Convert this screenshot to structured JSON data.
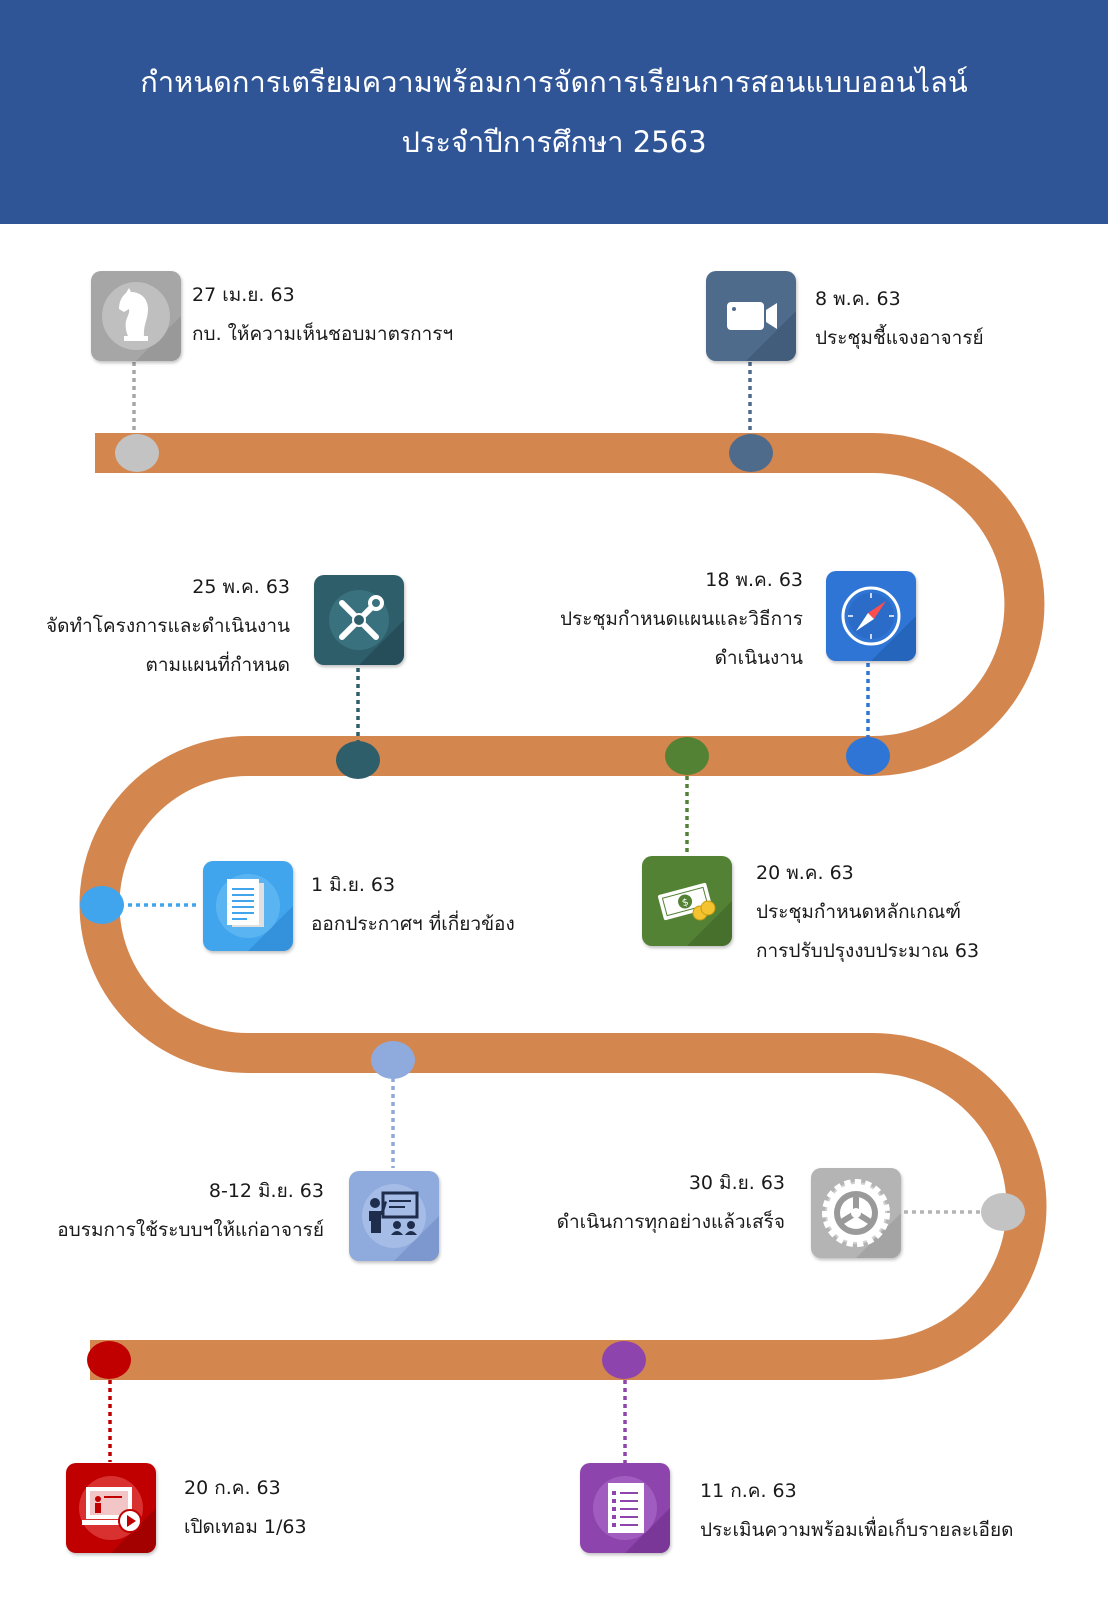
{
  "header": {
    "title_line1": "กำหนดการเตรียมความพร้อมการจัดการเรียนการสอนแบบออนไลน์",
    "title_line2": "ประจำปีการศึกษา 2563"
  },
  "colors": {
    "header_bg": "#2f5597",
    "road": "#d4864f"
  },
  "milestones": [
    {
      "id": "m1",
      "date": "27 เม.ย. 63",
      "lines": [
        "กบ. ให้ความเห็นชอบมาตรการฯ"
      ],
      "icon": "chess-knight-icon",
      "color": "#a6a6a6"
    },
    {
      "id": "m2",
      "date": "8 พ.ค. 63",
      "lines": [
        "ประชุมชี้แจงอาจารย์"
      ],
      "icon": "video-camera-icon",
      "color": "#4f6b8c"
    },
    {
      "id": "m3",
      "date": "18 พ.ค. 63",
      "lines": [
        "ประชุมกำหนดแผนและวิธีการ",
        "ดำเนินงาน"
      ],
      "icon": "compass-icon",
      "color": "#2e75d6"
    },
    {
      "id": "m4",
      "date": "20 พ.ค. 63",
      "lines": [
        "ประชุมกำหนดหลักเกณฑ์",
        "การปรับปรุงงบประมาณ 63"
      ],
      "icon": "money-icon",
      "color": "#548235"
    },
    {
      "id": "m5",
      "date": "25 พ.ค. 63",
      "lines": [
        "จัดทำโครงการและดำเนินงาน",
        "ตามแผนที่กำหนด"
      ],
      "icon": "tools-icon",
      "color": "#2e5e69"
    },
    {
      "id": "m6",
      "date": "1 มิ.ย. 63",
      "lines": [
        "ออกประกาศฯ ที่เกี่ยวข้อง"
      ],
      "icon": "document-icon",
      "color": "#41a5ee"
    },
    {
      "id": "m7",
      "date": "8-12 มิ.ย. 63",
      "lines": [
        "อบรมการใช้ระบบฯให้แก่อาจารย์"
      ],
      "icon": "training-icon",
      "color": "#8faadc"
    },
    {
      "id": "m8",
      "date": "30 มิ.ย. 63",
      "lines": [
        "ดำเนินการทุกอย่างแล้วเสร็จ"
      ],
      "icon": "gear-icon",
      "color": "#b4b4b4"
    },
    {
      "id": "m9",
      "date": "11 ก.ค. 63",
      "lines": [
        "ประเมินความพร้อมเพื่อเก็บรายละเอียด"
      ],
      "icon": "checklist-icon",
      "color": "#8e44ad"
    },
    {
      "id": "m10",
      "date": "20 ก.ค. 63",
      "lines": [
        "เปิดเทอม 1/63"
      ],
      "icon": "online-class-icon",
      "color": "#c00000"
    }
  ]
}
